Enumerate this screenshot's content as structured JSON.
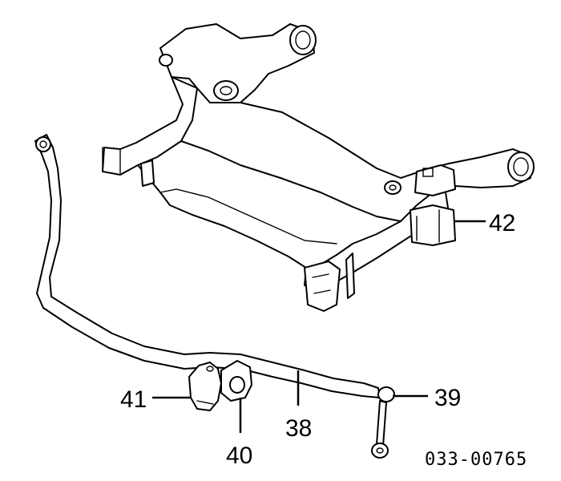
{
  "diagram": {
    "labels": {
      "l42": "42",
      "l41": "41",
      "l40": "40",
      "l38": "38",
      "l39": "39"
    },
    "code": "033-00765"
  }
}
